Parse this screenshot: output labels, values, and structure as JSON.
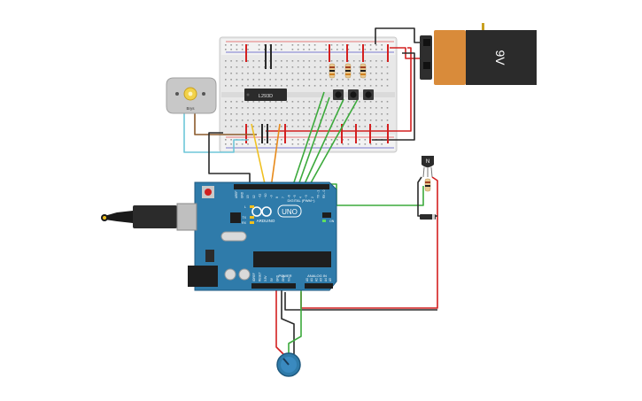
{
  "battery": {
    "label": "9V"
  },
  "motor": {
    "label": "Brys"
  },
  "chip": {
    "label": "L293D"
  },
  "arduino": {
    "brand": "ARDUINO",
    "model": "UNO",
    "digital_header": "DIGITAL (PWM~)",
    "power_header": "POWER",
    "analog_header": "ANALOG IN",
    "led_labels": [
      "L",
      "TX",
      "RX"
    ],
    "on_label": "ON",
    "digital_pins": [
      "AREF",
      "GND",
      "13",
      "12",
      "~11",
      "~10",
      "~9",
      "8",
      "7",
      "~6",
      "~5",
      "4",
      "~3",
      "2",
      "TX→1",
      "RX←0"
    ],
    "power_pins": [
      "IOREF",
      "RESET",
      "3.3V",
      "5V",
      "GND",
      "GND",
      "Vin"
    ],
    "analog_pins": [
      "A0",
      "A1",
      "A2",
      "A3",
      "A4",
      "A5"
    ]
  },
  "colors": {
    "board": "#2F7BAA",
    "breadboard": "#E8E8E8",
    "battery_cap": "#D98B3A",
    "battery_body": "#2B2B2B",
    "wire_red": "#D42020",
    "wire_black": "#2A2A2A",
    "wire_green": "#3CAA3C",
    "wire_yellow": "#F0C020",
    "wire_orange": "#E88A1A",
    "wire_brown": "#8B5A2B",
    "wire_cyan": "#6EC6D8"
  }
}
